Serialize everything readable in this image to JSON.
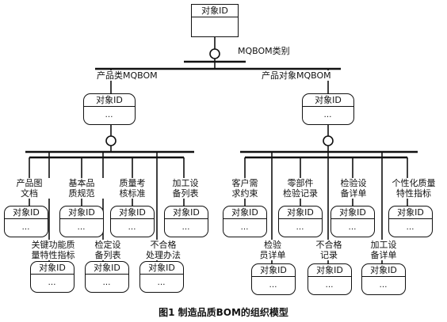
{
  "root": {
    "header": "对象ID"
  },
  "relation": {
    "label": "MQBOM类别"
  },
  "left_branch": {
    "label": "产品类MQBOM",
    "header": "对象ID",
    "body": "…"
  },
  "right_branch": {
    "label": "产品对象MQBOM",
    "header": "对象ID",
    "body": "…"
  },
  "left_children": [
    {
      "label_lines": [
        "产品图",
        "文档"
      ],
      "header": "对象ID",
      "body": "…"
    },
    {
      "label_lines": [
        "基本品",
        "质规范"
      ],
      "header": "对象ID",
      "body": "…"
    },
    {
      "label_lines": [
        "质量考",
        "核标准"
      ],
      "header": "对象ID",
      "body": "…"
    },
    {
      "label_lines": [
        "加工设",
        "备列表"
      ],
      "header": "对象ID",
      "body": "…"
    },
    {
      "label_lines": [
        "关键功能质",
        "量特性指标"
      ],
      "header": "对象ID",
      "body": "…"
    },
    {
      "label_lines": [
        "检定设",
        "备列表"
      ],
      "header": "对象ID",
      "body": "…"
    },
    {
      "label_lines": [
        "不合格",
        "处理办法"
      ],
      "header": "对象ID",
      "body": "…"
    }
  ],
  "right_children": [
    {
      "label_lines": [
        "客户需",
        "求约束"
      ],
      "header": "对象ID",
      "body": "…"
    },
    {
      "label_lines": [
        "零部件",
        "检验记录"
      ],
      "header": "对象ID",
      "body": "…"
    },
    {
      "label_lines": [
        "检验设",
        "备详单"
      ],
      "header": "对象ID",
      "body": "…"
    },
    {
      "label_lines": [
        "个性化质量",
        "特性指标"
      ],
      "header": "对象ID",
      "body": "…"
    },
    {
      "label_lines": [
        "检验",
        "员详单"
      ],
      "header": "对象ID",
      "body": "…"
    },
    {
      "label_lines": [
        "不合格",
        "记录"
      ],
      "header": "对象ID",
      "body": "…"
    },
    {
      "label_lines": [
        "加工设",
        "备详单"
      ],
      "header": "对象ID",
      "body": "…"
    }
  ],
  "caption": "图1   制造品质BOM的组织模型"
}
